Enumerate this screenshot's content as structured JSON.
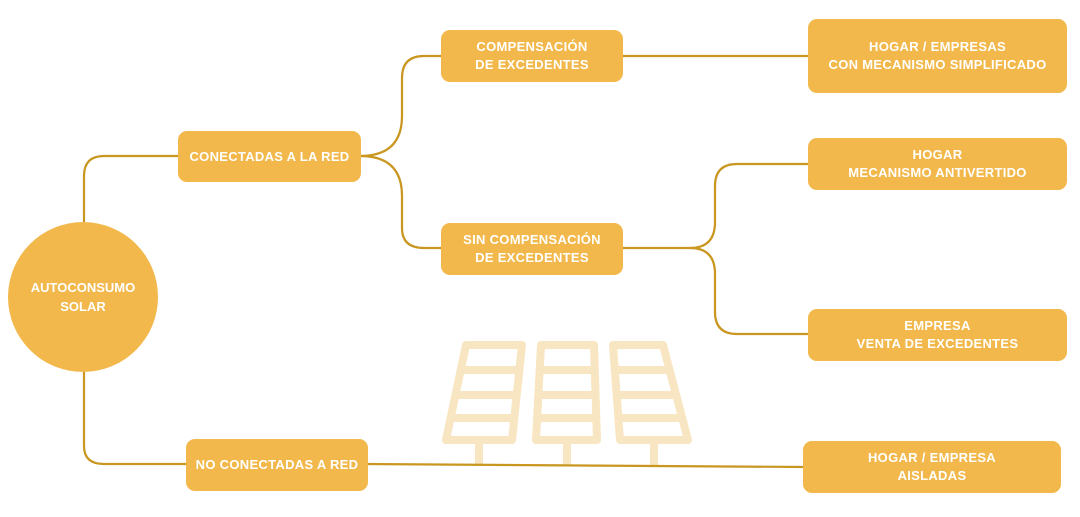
{
  "colors": {
    "node_fill": "#f2b84b",
    "connector": "#c9961f",
    "panel_outline": "#f8e6c2",
    "text": "#ffffff"
  },
  "root": {
    "lines": [
      "AUTOCONSUMO",
      "SOLAR"
    ]
  },
  "level1": [
    {
      "id": "connected",
      "lines": [
        "CONECTADAS A LA RED"
      ]
    },
    {
      "id": "not-connected",
      "lines": [
        "NO CONECTADAS A  RED"
      ]
    }
  ],
  "level2": [
    {
      "id": "compensation",
      "lines": [
        "COMPENSACIÓN",
        "DE EXCEDENTES"
      ]
    },
    {
      "id": "no-compensation",
      "lines": [
        "SIN COMPENSACIÓN",
        "DE EXCEDENTES"
      ]
    }
  ],
  "level3": [
    {
      "id": "simplified",
      "lines": [
        "HOGAR / EMPRESAS",
        "CON MECANISMO SIMPLIFICADO"
      ]
    },
    {
      "id": "antivertido",
      "lines": [
        "HOGAR",
        "MECANISMO ANTIVERTIDO"
      ]
    },
    {
      "id": "sale",
      "lines": [
        "EMPRESA",
        "VENTA DE EXCEDENTES"
      ]
    },
    {
      "id": "isolated",
      "lines": [
        "HOGAR / EMPRESA",
        "AISLADAS"
      ]
    }
  ],
  "decoration": {
    "icon": "solar-panels-icon"
  }
}
